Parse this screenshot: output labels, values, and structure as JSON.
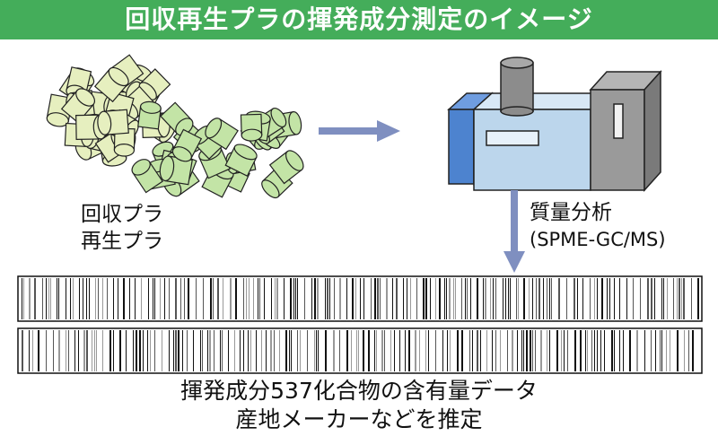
{
  "title": "回収再生プラの揮発成分測定のイメージ",
  "pellets": {
    "line1": "回収プラ",
    "line2": "再生プラ"
  },
  "analysis": {
    "label": "質量分析",
    "method": "(SPME-GC/MS)"
  },
  "result": {
    "line1": "揮発成分537化合物の含有量データ",
    "line2": "産地メーカーなどを推定"
  },
  "colors": {
    "title_bg": "#44ad5a",
    "pellet_recycled": "#e6efbf",
    "pellet_regenerated": "#c3e4a6",
    "arrow": "#7f8fc0",
    "instrument_body": "#bcd6ec",
    "instrument_side": "#4d83cf",
    "instrument_gray": "#8c8c8c"
  },
  "barcodes": [
    {
      "name": "barcode-top"
    },
    {
      "name": "barcode-bottom"
    }
  ]
}
